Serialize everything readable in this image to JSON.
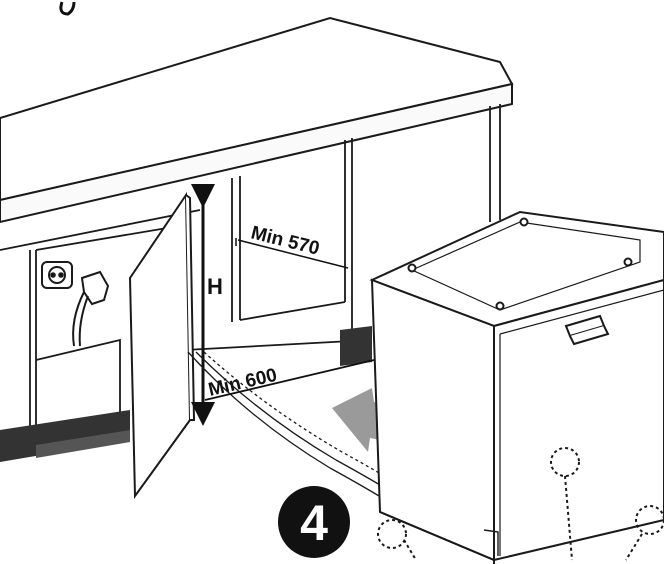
{
  "labels": {
    "height": "H",
    "min_depth": "Min 570",
    "min_width": "Min 600",
    "step": "4"
  },
  "colors": {
    "line": "#1a1a1a",
    "plinth": "#333333",
    "arrow": "#9a9a9a",
    "step_badge": "#111111"
  },
  "icons": [
    "power-socket-icon",
    "plug-icon",
    "insert-arrow-icon"
  ]
}
